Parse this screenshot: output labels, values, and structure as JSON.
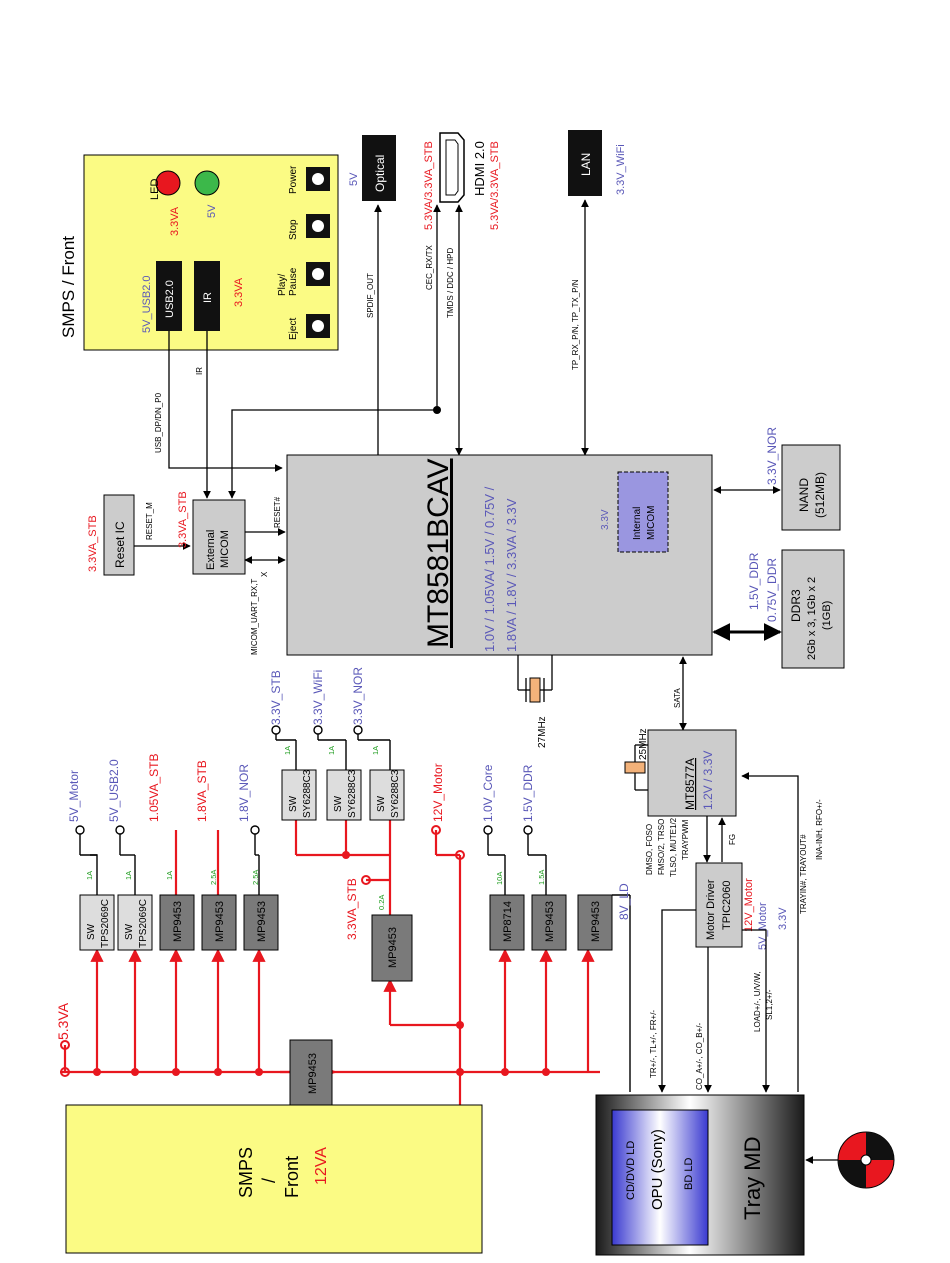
{
  "colors": {
    "power": "#e8171f",
    "voltage_label": "#5a58b8",
    "front_panel": "#fbfb84",
    "chip": "#cccccc",
    "regulator_dark": "#7a7a7a",
    "led_red": "#e8171f",
    "led_green": "#3cb84a"
  },
  "soc": {
    "name": "MT8581BCAV",
    "rails": "1.0V / 1.05VA/ 1.5V / 0.75V /",
    "rails2": "1.8VA / 1.8V / 3.3VA / 3.3V",
    "micom_label": "Internal",
    "micom_label2": "MICOM",
    "micom_voltage": "3.3V",
    "crystal": "27MHz"
  },
  "front": {
    "title": "SMPS / Front",
    "led": "LED",
    "led_red_v": "3.3VA",
    "led_green_v": "5V",
    "usb": "USB2.0",
    "usb_v": "5V_USB2.0",
    "ir": "IR",
    "ir_v": "3.3VA",
    "btn_power": "Power",
    "btn_stop": "Stop",
    "btn_play": "Play/",
    "btn_play2": "Pause",
    "btn_eject": "Eject"
  },
  "signals": {
    "usb": "USB_DP/DN_P0",
    "ir": "IR",
    "spdif": "SPDIF_OUT",
    "cec": "CEC_RX/TX",
    "tmds": "TMDS / DDC / HPD",
    "lan": "TP_RX_P/N, TP_TX_P/N",
    "reset_m": "RESET_M",
    "reset_n": "RESET#",
    "uart": "MICOM_UART_RX,T",
    "uart2": "X",
    "sata": "SATA"
  },
  "optical": {
    "label": "Optical",
    "v": "5V"
  },
  "hdmi": {
    "label": "HDMI 2.0",
    "v": "5.3VA/3.3VA_STB",
    "v2": "5.3VA/3.3VA_STB"
  },
  "lan": {
    "label": "LAN",
    "v": "3.3V_WiFi"
  },
  "reset_ic": {
    "label": "Reset IC",
    "v": "3.3VA_STB"
  },
  "ext_micom": {
    "label": "External",
    "label2": "MICOM",
    "v": "3.3VA_STB"
  },
  "nand": {
    "label": "NAND",
    "label2": "(512MB)",
    "v": "3.3V_NOR"
  },
  "ddr": {
    "label": "DDR3",
    "label2": "2Gb x 3, 1Gb x 2",
    "label3": "(1GB)",
    "v": "1.5V_DDR",
    "v2": "0.75V_DDR"
  },
  "mt8577": {
    "label": "MT8577A",
    "v": "1.2V / 3.3V",
    "crystal": "25MHz",
    "sig1": "DMSO, FOSO",
    "sig2": "FMSO/2, TRSO",
    "sig3": "TLSO, MUTE1/2",
    "sig4": "TRAYPWM",
    "fg": "FG"
  },
  "motor": {
    "label": "Motor Driver",
    "label2": "TPIC2060",
    "v": "12V_Motor",
    "v2": "5V_Motor",
    "v3": "3.3V",
    "sig_tray": "TRAYIN#, TRAYOUT#",
    "sig_ina": "INA-INH, RFO+/-",
    "sig_tr": "TR+/-, TL+/-, FR+/-",
    "sig_co": "CO_A+/-, CO_B+/-",
    "sig_load": "LOAD+/-, U/V/W,",
    "sig_load2": "SL1,2+/-"
  },
  "wifi_regs": [
    {
      "sw": "SW",
      "part": "SY6288C3",
      "out": "3.3V_STB",
      "amp": "1A"
    },
    {
      "sw": "SW",
      "part": "SY6288C3",
      "out": "3.3V_WiFi",
      "amp": "1A"
    },
    {
      "sw": "SW",
      "part": "SY6288C3",
      "out": "3.3V_NOR",
      "amp": "1A"
    }
  ],
  "regs": [
    {
      "sw": "SW",
      "part": "TPS2069C",
      "out": "5V_Motor",
      "amp": "1A"
    },
    {
      "sw": "SW",
      "part": "TPS2069C",
      "out": "5V_USB2.0",
      "amp": "1A"
    },
    {
      "sw": "",
      "part": "MP9453",
      "out": "1.05VA_STB",
      "amp": "1A"
    },
    {
      "sw": "",
      "part": "MP9453",
      "out": "1.8VA_STB",
      "amp": "2.5A"
    },
    {
      "sw": "",
      "part": "MP9453",
      "out": "1.8V_NOR",
      "amp": "2.5A"
    }
  ],
  "stb_reg": {
    "part": "MP9453",
    "out": "3.3VA_STB",
    "amp": "0.2A"
  },
  "motor12": {
    "out": "12V_Motor"
  },
  "core_regs": [
    {
      "part": "MP8714",
      "out": "1.0V_Core",
      "amp": "10A"
    },
    {
      "part": "MP9453",
      "out": "1.5V_DDR",
      "amp": "1.5A"
    },
    {
      "part": "MP9453",
      "out": "8V_LD",
      "amp": ""
    }
  ],
  "main_reg": {
    "part": "MP9453"
  },
  "rail_in": "5.3VA",
  "smps": {
    "l1": "SMPS",
    "l2": "/",
    "l3": "Front",
    "v": "12VA"
  },
  "tray": {
    "label": "Tray MD",
    "opu": "OPU (Sony)",
    "cd": "CD/DVD LD",
    "bd": "BD LD"
  }
}
